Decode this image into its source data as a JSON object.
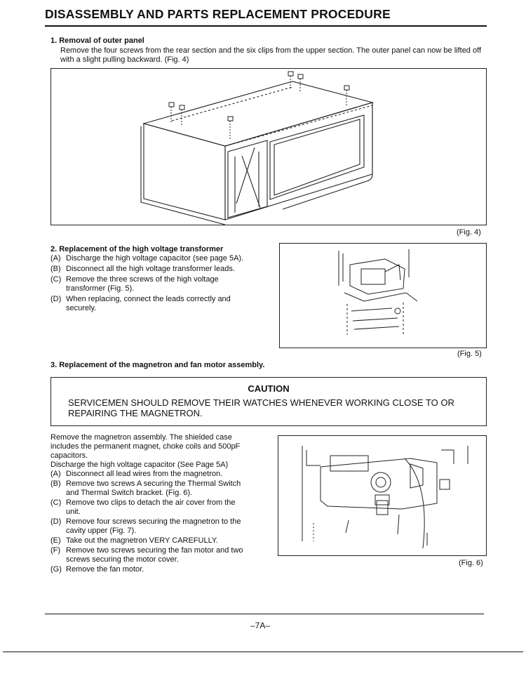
{
  "page_title": "DISASSEMBLY AND PARTS REPLACEMENT PROCEDURE",
  "section1": {
    "heading": "1.  Removal of outer panel",
    "body": "Remove the four screws from the rear section and the six clips from the upper section. The outer panel can now be lifted off with a slight pulling backward. (Fig. 4)",
    "fig_caption": "(Fig. 4)"
  },
  "section2": {
    "heading": "2.  Replacement of the high voltage transformer",
    "steps": [
      {
        "label": "(A)",
        "text": "Discharge the high voltage capacitor (see page 5A)."
      },
      {
        "label": "(B)",
        "text": "Disconnect all the high voltage transformer leads."
      },
      {
        "label": "(C)",
        "text": "Remove the three screws of the high voltage transformer (Fig. 5)."
      },
      {
        "label": "(D)",
        "text": "When replacing, connect the leads correctly and securely."
      }
    ],
    "fig_caption": "(Fig. 5)"
  },
  "section3": {
    "heading": "3.  Replacement of the magnetron and fan motor assembly.",
    "caution_title": "CAUTION",
    "caution_text": "SERVICEMEN SHOULD REMOVE THEIR WATCHES WHENEVER WORKING CLOSE TO OR REPAIRING THE MAGNETRON.",
    "intro": "Remove the magnetron assembly. The shielded case includes the permanent magnet, choke coils and 500pF capacitors.",
    "discharge": "Discharge the high voltage capacitor (See Page 5A)",
    "steps": [
      {
        "label": "(A)",
        "text": "Disconnect all lead wires from the magnetron."
      },
      {
        "label": "(B)",
        "text": "Remove two screws A securing the Thermal Switch and Thermal Switch bracket. (Fig. 6)."
      },
      {
        "label": "(C)",
        "text": "Remove two clips to detach the air cover from the unit."
      },
      {
        "label": "(D)",
        "text": "Remove four screws securing the magnetron to the cavity upper (Fig. 7)."
      },
      {
        "label": "(E)",
        "text": "Take out the magnetron VERY CAREFULLY."
      },
      {
        "label": "(F)",
        "text": "Remove two screws securing the fan motor and two screws securing the motor cover."
      },
      {
        "label": "(G)",
        "text": "Remove the fan motor."
      }
    ],
    "fig_caption": "(Fig. 6)"
  },
  "page_number": "–7A–"
}
